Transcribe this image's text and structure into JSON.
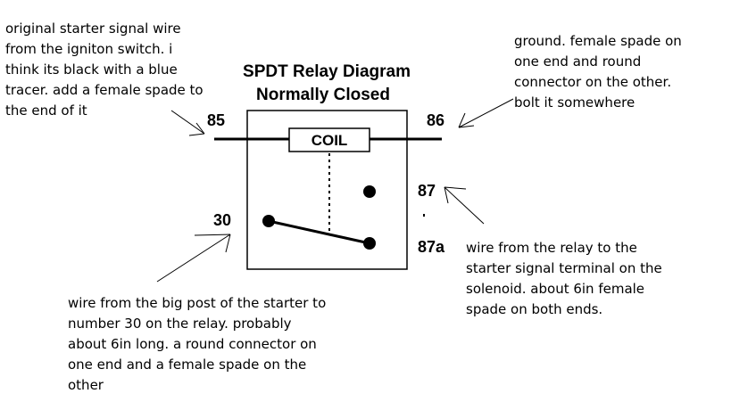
{
  "title": {
    "line1": "SPDT Relay Diagram",
    "line2": "Normally Closed"
  },
  "coil_label": "COIL",
  "pins": {
    "p85": "85",
    "p86": "86",
    "p87": "87",
    "p87a": "87a",
    "p30": "30"
  },
  "notes": {
    "starter_signal": [
      "original starter signal wire",
      "from the igniton switch. i",
      "think its black with a blue",
      "tracer. add a female spade to",
      "the end of it"
    ],
    "ground": [
      "ground. female spade on",
      "one end and round",
      "connector on the other.",
      "bolt it somewhere"
    ],
    "post30": [
      "wire from the big post of the starter to",
      "number 30 on the relay. probably",
      "about 6in long. a round connector on",
      "one end and a female spade on the",
      "other"
    ],
    "solenoid": [
      "wire from the relay to the",
      "starter signal terminal on the",
      "solenoid. about 6in female",
      "spade on both ends."
    ]
  }
}
